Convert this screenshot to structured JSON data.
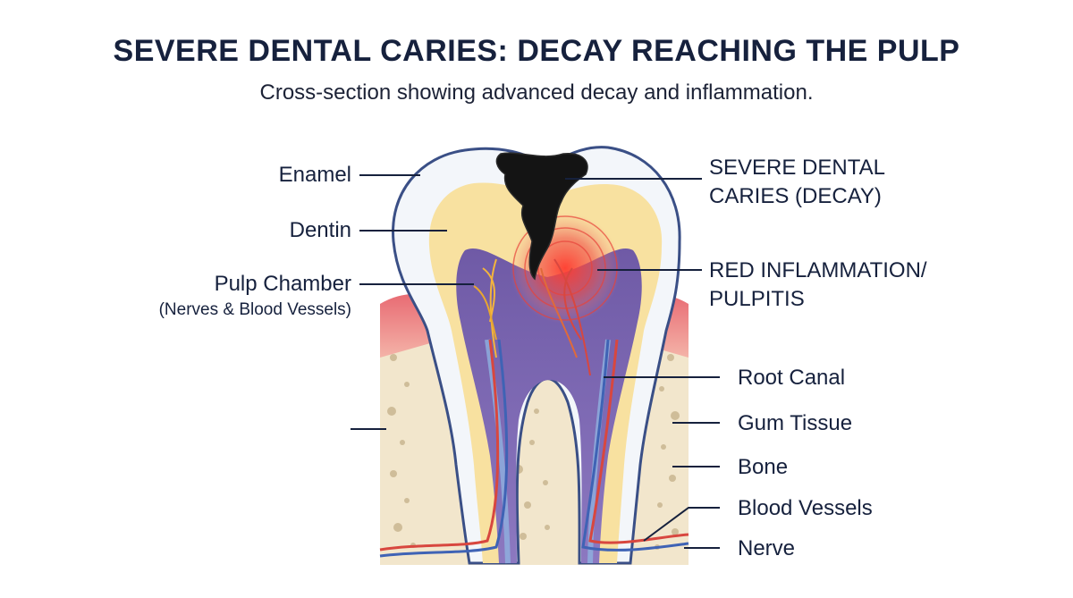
{
  "title": "SEVERE DENTAL CARIES: DECAY REACHING THE PULP",
  "subtitle": "Cross-section showing advanced decay and inflammation.",
  "labels": {
    "enamel": "Enamel",
    "dentin": "Dentin",
    "pulp_chamber": "Pulp Chamber",
    "pulp_chamber_sub": "(Nerves & Blood Vessels)",
    "caries_line1": "SEVERE DENTAL",
    "caries_line2": "CARIES (DECAY)",
    "inflammation_line1": "RED INFLAMMATION/",
    "inflammation_line2": "PULPITIS",
    "root_canal": "Root Canal",
    "gum_tissue": "Gum Tissue",
    "bone": "Bone",
    "blood_vessels": "Blood Vessels",
    "nerve": "Nerve"
  },
  "colors": {
    "enamel": "#f3f6fa",
    "dentin": "#f8e1a0",
    "pulp": "#6f5aa6",
    "decay": "#141414",
    "inflammation": "#e8433a",
    "gum": "#e06a72",
    "bone": "#f2e6cc",
    "artery": "#d8473f",
    "vein": "#3f63b5"
  }
}
